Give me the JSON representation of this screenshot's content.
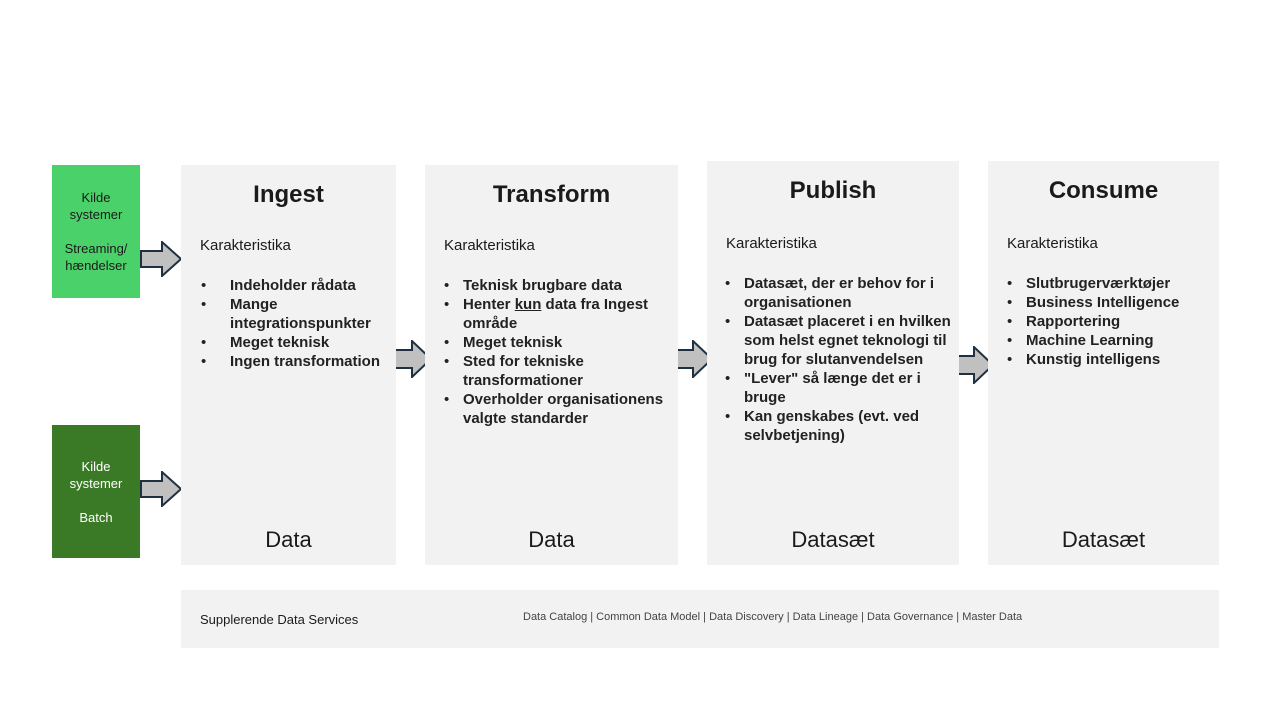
{
  "sources": [
    {
      "line1": "Kilde",
      "line2": "systemer",
      "line3": "Streaming/",
      "line4": "hændelser"
    },
    {
      "line1": "Kilde",
      "line2": "systemer",
      "line3": "Batch",
      "line4": ""
    }
  ],
  "stages": {
    "ingest": {
      "title": "Ingest",
      "heading": "Karakteristika",
      "bullets": [
        "Indeholder rådata",
        "Mange integrationspunkter",
        "Meget teknisk",
        "Ingen transformation"
      ],
      "footer": "Data"
    },
    "transform": {
      "title": "Transform",
      "heading": "Karakteristika",
      "bullets": [
        "Teknisk brugbare data",
        "Henter",
        "kun",
        "data fra Ingest område",
        "Meget teknisk",
        "Sted for tekniske transformationer",
        "Overholder organisationens valgte standarder"
      ],
      "footer": "Data"
    },
    "publish": {
      "title": "Publish",
      "heading": "Karakteristika",
      "bullets": [
        "Datasæt, der er behov for i organisationen",
        "Datasæt placeret i en hvilken som helst egnet teknologi til brug for slutanvendelsen",
        "\"Lever\" så længe det er i bruge",
        "Kan genskabes (evt. ved selvbetjening)"
      ],
      "footer": "Datasæt"
    },
    "consume": {
      "title": "Consume",
      "heading": "Karakteristika",
      "bullets": [
        "Slutbrugerværktøjer",
        "Business Intelligence",
        "Rapportering",
        "Machine Learning",
        "Kunstig intelligens"
      ],
      "footer": "Datasæt"
    }
  },
  "services": {
    "label": "Supplerende Data Services",
    "items": "Data Catalog | Common Data Model  |  Data Discovery |  Data Lineage  |  Data Governance  |  Master Data"
  },
  "colors": {
    "streaming": "#4bd16a",
    "batch": "#3a7a26",
    "panel": "#f2f2f2",
    "arrow_fill": "#c0c0c0",
    "arrow_stroke": "#1f3140"
  }
}
